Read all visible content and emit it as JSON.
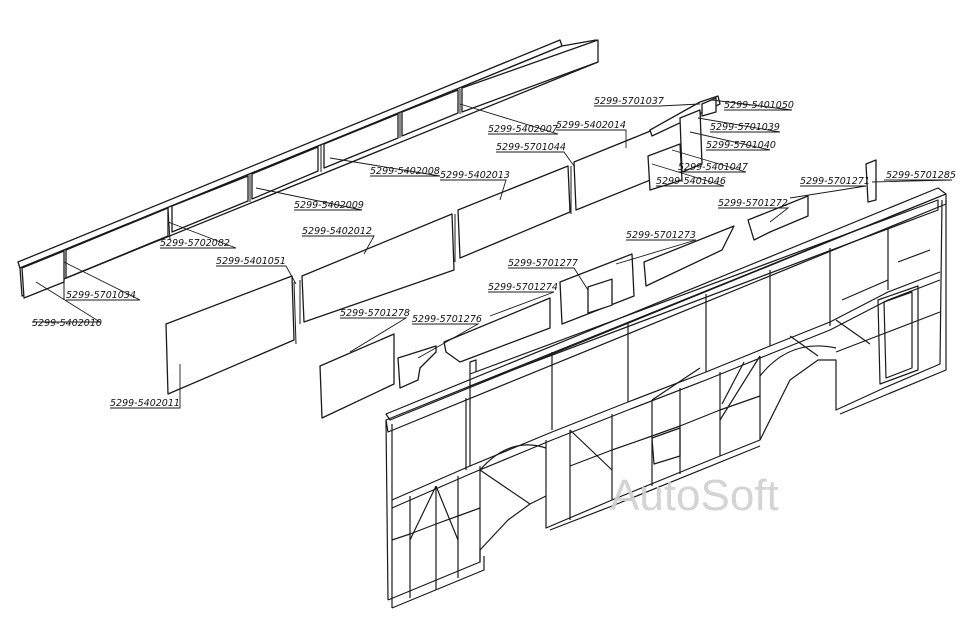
{
  "diagram": {
    "watermark": "AutoSoft",
    "labels": [
      "5299-5402010",
      "5299-5701034",
      "5299-5702082",
      "5299-5402009",
      "5299-5402008",
      "5299-5402007",
      "5299-5402014",
      "5299-5701037",
      "5299-5401050",
      "5299-5701039",
      "5299-5701040",
      "5299-5401047",
      "5299-5401046",
      "5299-5701044",
      "5299-5402013",
      "5299-5402012",
      "5299-5401051",
      "5299-5402011",
      "5299-5701278",
      "5299-5701276",
      "5299-5701274",
      "5299-5701277",
      "5299-5701273",
      "5299-5701272",
      "5299-5701271",
      "5299-5701285"
    ]
  }
}
